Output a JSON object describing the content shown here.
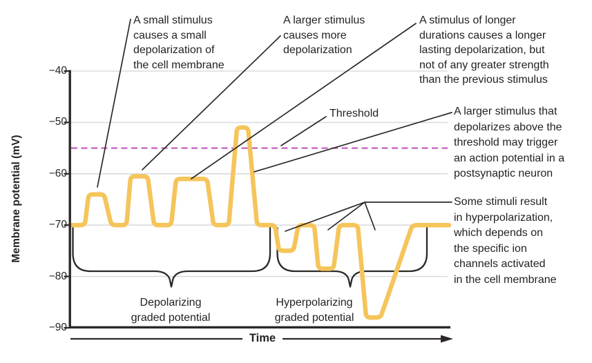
{
  "labels": {
    "y_axis": "Membrane potential (mV)",
    "x_axis": "Time",
    "threshold": "Threshold",
    "depolarizing_region": "Depolarizing\ngraded potential",
    "hyperpolarizing_region": "Hyperpolarizing\ngraded potential"
  },
  "annotations": {
    "small_stimulus": "A small stimulus\ncauses a small\ndepolarization of\nthe cell membrane",
    "larger_stimulus": "A larger stimulus\ncauses more\ndepolarization",
    "longer_duration": "A stimulus of longer\ndurations causes a longer\nlasting depolarization, but\nnot of any greater strength\nthan the previous stimulus",
    "above_threshold": "A larger stimulus that\ndepolarizes above the\nthreshold may trigger\nan action potential in a\npostsynaptic neuron",
    "hyperpolarization": "Some stimuli result\nin hyperpolarization,\nwhich depends on\nthe specific ion\nchannels activated\nin the cell membrane"
  },
  "colors": {
    "trace": "#F5C55C",
    "threshold_line": "#C45FC0",
    "ink": "#2B2827",
    "grid": "#DBDBDB"
  },
  "chart_data": {
    "type": "line",
    "xlabel": "Time",
    "ylabel": "Membrane potential (mV)",
    "x_range": [
      0,
      100
    ],
    "ylim": [
      -90,
      -40
    ],
    "yticks": [
      -40,
      -50,
      -60,
      -70,
      -80,
      -90
    ],
    "grid": true,
    "legend": "none",
    "resting_potential_mV": -70,
    "threshold_mV": -55,
    "series": [
      {
        "name": "Membrane potential",
        "points": [
          [
            0,
            -70
          ],
          [
            3.8,
            -70
          ],
          [
            4.8,
            -64
          ],
          [
            8.9,
            -64
          ],
          [
            10.8,
            -70
          ],
          [
            14.8,
            -70
          ],
          [
            15.9,
            -60.5
          ],
          [
            20.4,
            -60.5
          ],
          [
            22.1,
            -70
          ],
          [
            26.6,
            -70
          ],
          [
            27.9,
            -61
          ],
          [
            36.1,
            -61
          ],
          [
            37.8,
            -70
          ],
          [
            41.8,
            -70
          ],
          [
            44,
            -51
          ],
          [
            46.9,
            -51
          ],
          [
            49.3,
            -70
          ],
          [
            54,
            -70
          ],
          [
            55.1,
            -75
          ],
          [
            58.9,
            -75
          ],
          [
            60.2,
            -70
          ],
          [
            64.4,
            -70
          ],
          [
            65.5,
            -78.5
          ],
          [
            69.5,
            -78.5
          ],
          [
            71,
            -70
          ],
          [
            75.9,
            -70
          ],
          [
            78.1,
            -88
          ],
          [
            81.9,
            -88
          ],
          [
            90.3,
            -70
          ],
          [
            100,
            -70
          ]
        ]
      }
    ],
    "regions": [
      {
        "label": "Depolarizing graded potential",
        "x_start": 0.5,
        "x_end": 52.7
      },
      {
        "label": "Hyperpolarizing graded potential",
        "x_start": 54.6,
        "x_end": 94.2
      }
    ],
    "events": [
      {
        "label": "small depolarization",
        "peak_mV": -64
      },
      {
        "label": "more depolarization",
        "peak_mV": -60.5
      },
      {
        "label": "longer-duration depolarization",
        "peak_mV": -61
      },
      {
        "label": "above-threshold depolarization",
        "peak_mV": -51
      },
      {
        "label": "hyperpolarization 1",
        "peak_mV": -75
      },
      {
        "label": "hyperpolarization 2",
        "peak_mV": -78.5
      },
      {
        "label": "hyperpolarization 3",
        "peak_mV": -88
      }
    ]
  }
}
